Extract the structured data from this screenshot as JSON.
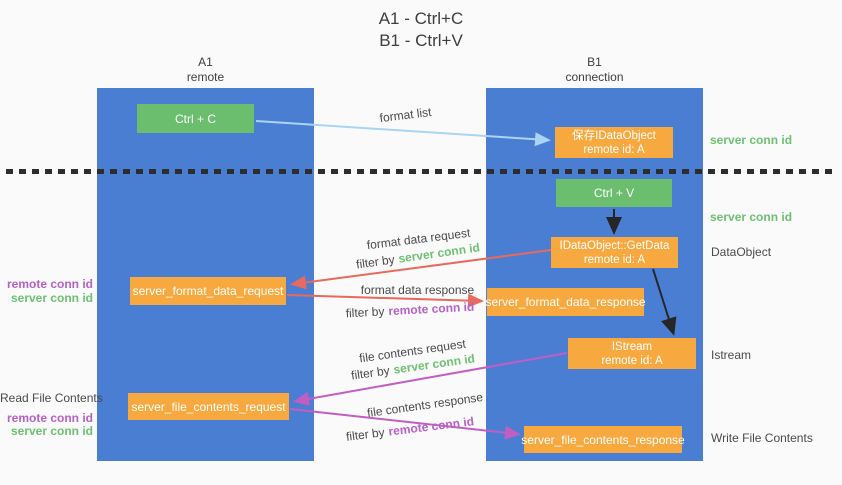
{
  "title": {
    "line1": "A1 - Ctrl+C",
    "line2": "B1 - Ctrl+V"
  },
  "columns": {
    "left": {
      "name": "A1",
      "role": "remote"
    },
    "right": {
      "name": "B1",
      "role": "connection"
    }
  },
  "boxes": {
    "ctrl_c": {
      "label": "Ctrl + C"
    },
    "ctrl_v": {
      "label": "Ctrl + V"
    },
    "save_dataobject": {
      "line1": "保存IDataObject",
      "line2": "remote id: A"
    },
    "getdata": {
      "line1": "IDataObject::GetData",
      "line2": "remote id: A"
    },
    "istream": {
      "line1": "IStream",
      "line2": "remote id: A"
    },
    "server_format_data_request": {
      "label": "server_format_data_request"
    },
    "server_format_data_response": {
      "label": "server_format_data_response"
    },
    "server_file_contents_request": {
      "label": "server_file_contents_request"
    },
    "server_file_contents_response": {
      "label": "server_file_contents_response"
    }
  },
  "flow_labels": {
    "format_list": "format list",
    "format_data_request": "format data request",
    "format_data_response": "format data response",
    "file_contents_request": "file contents request",
    "file_contents_response": "file contents response",
    "filter_by": "filter by",
    "server_conn_id": "server conn id",
    "remote_conn_id": "remote conn id"
  },
  "side_labels": {
    "right_server_conn_id_top": "server conn id",
    "right_server_conn_id_mid": "server conn id",
    "right_dataobject": "DataObject",
    "right_istream": "Istream",
    "right_write_file_contents": "Write File Contents",
    "left_remote_conn_id_top": "remote conn id",
    "left_server_conn_id_top": "server conn id",
    "left_read_file_contents": "Read File Contents",
    "left_remote_conn_id_bottom": "remote conn id",
    "left_server_conn_id_bottom": "server conn id"
  },
  "colors": {
    "column_blue": "#4a7ed2",
    "box_green": "#6abe6e",
    "box_orange": "#f7a93f",
    "text_green": "#6dc071",
    "text_purple": "#b561c6",
    "arrow_blue": "#a9d4f4",
    "arrow_black": "#262626",
    "arrow_red": "#e8695d",
    "arrow_magenta": "#c25ec1"
  }
}
